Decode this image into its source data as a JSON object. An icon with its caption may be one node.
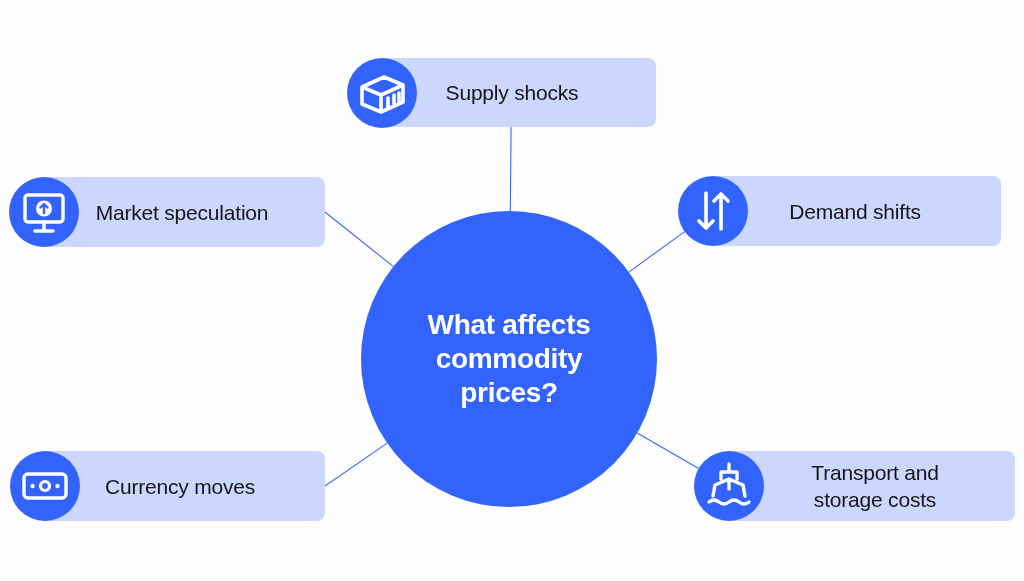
{
  "diagram": {
    "nodes": [
      {
        "text": [
          "Supply shocks"
        ]
      },
      {
        "text": [
          "Market speculation"
        ]
      },
      {
        "text": [
          "Demand shifts"
        ]
      },
      {
        "text": [
          "What affects commodity prices?"
        ]
      },
      {
        "text": [
          "Currency moves"
        ]
      },
      {
        "text": [
          "Transport and storage costs"
        ]
      }
    ],
    "edges": [
      {
        "from": 3,
        "to": 0,
        "arrow": "none"
      },
      {
        "from": 3,
        "to": 1,
        "arrow": "none"
      },
      {
        "from": 3,
        "to": 2,
        "arrow": "none"
      },
      {
        "from": 3,
        "to": 4,
        "arrow": "none"
      },
      {
        "from": 3,
        "to": 5,
        "arrow": "none"
      }
    ]
  }
}
